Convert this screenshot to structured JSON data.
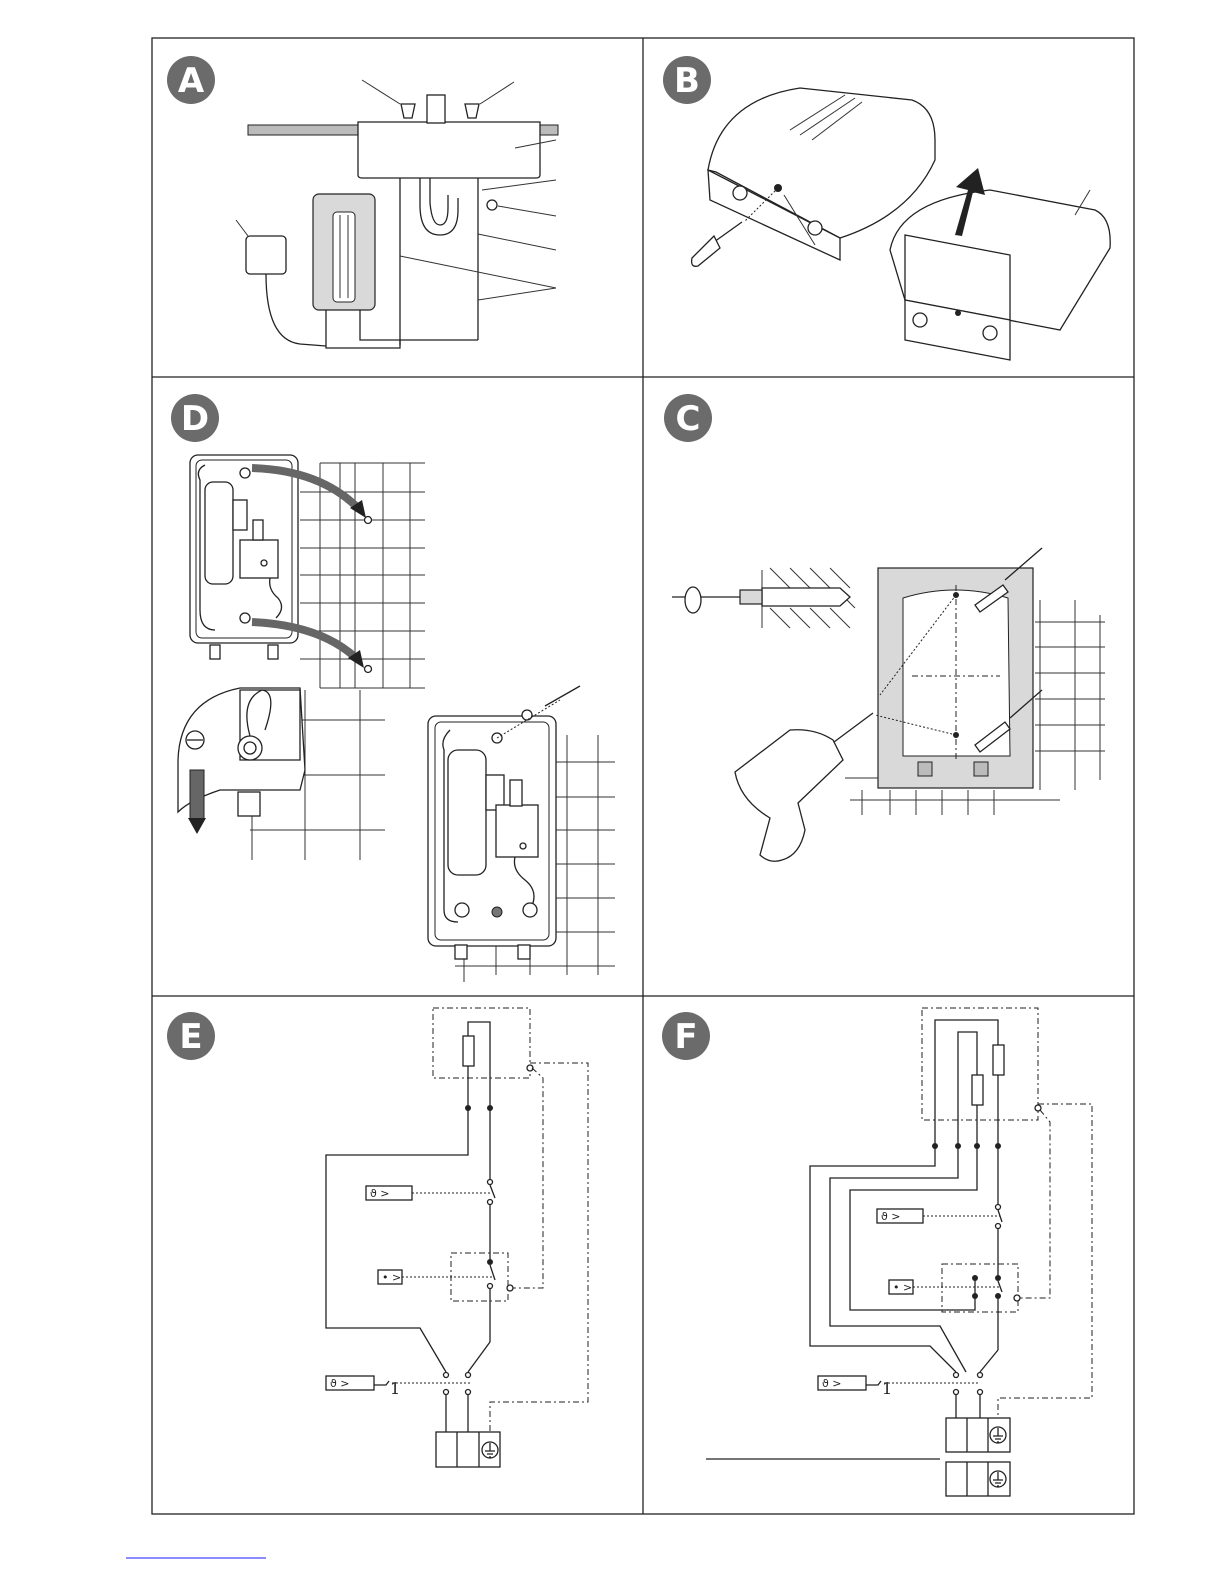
{
  "panels": [
    {
      "id": "A",
      "label": "A"
    },
    {
      "id": "B",
      "label": "B"
    },
    {
      "id": "D",
      "label": "D"
    },
    {
      "id": "C",
      "label": "C"
    },
    {
      "id": "E",
      "label": "E"
    },
    {
      "id": "F",
      "label": "F"
    }
  ],
  "schematic_E": {
    "sensor_label_1": "ϑ >",
    "sensor_label_2": "• >",
    "sensor_label_3": "ϑ >",
    "reset_number": "1"
  },
  "schematic_F": {
    "sensor_label_1": "ϑ >",
    "sensor_label_2": "• >",
    "sensor_label_3": "ϑ >",
    "reset_number": "1"
  },
  "colors": {
    "badge": "#6b6b6b",
    "line": "#222222",
    "link": "#1a1aff"
  }
}
